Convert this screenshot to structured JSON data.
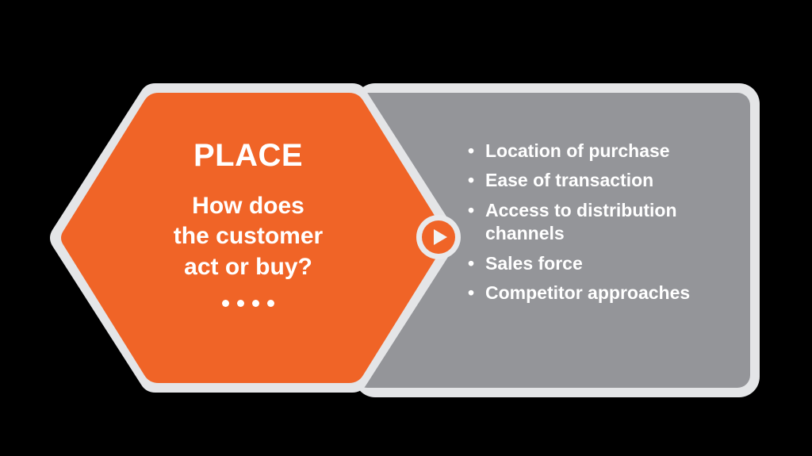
{
  "colors": {
    "background": "#000000",
    "accent_orange": "#F06427",
    "panel_gray": "#949599",
    "outline_light_gray": "#E4E5E7",
    "text_white": "#FFFFFF"
  },
  "hexagon": {
    "title": "PLACE",
    "subtitle": "How does\nthe customer\nact or buy?",
    "subtitle_lines": [
      "How does",
      "the customer",
      "act or buy?"
    ],
    "dots_count": 4
  },
  "connector": {
    "icon": "play-circle-icon"
  },
  "panel": {
    "bullet_glyph": "•",
    "bullets": [
      "Location of purchase",
      "Ease of transaction",
      "Access to distribution channels",
      "Sales force",
      "Competitor approaches"
    ]
  }
}
